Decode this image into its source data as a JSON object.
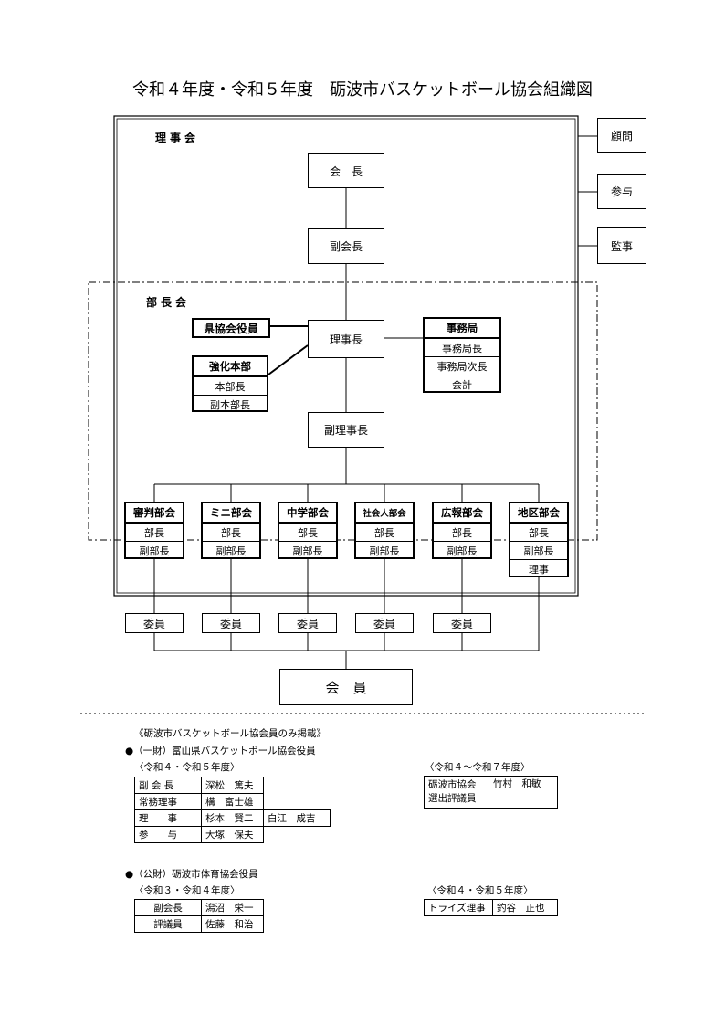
{
  "title": "令和４年度・令和５年度　砺波市バスケットボール協会組織図",
  "org": {
    "board_label": "理事会",
    "dept_heads_label": "部長会",
    "president": "会　長",
    "vice_president": "副会長",
    "advisors": [
      "顧問",
      "参与",
      "監事"
    ],
    "chairman": "理事長",
    "vice_chairman": "副理事長",
    "prefectural_officers": "県協会役員",
    "secretariat": {
      "title": "事務局",
      "rows": [
        "事務局長",
        "事務局次長",
        "会計"
      ]
    },
    "strengthening": {
      "title": "強化本部",
      "rows": [
        "本部長",
        "副本部長"
      ]
    },
    "departments": [
      {
        "title": "審判部会",
        "rows": [
          "部長",
          "副部長"
        ]
      },
      {
        "title": "ミニ部会",
        "rows": [
          "部長",
          "副部長"
        ]
      },
      {
        "title": "中学部会",
        "rows": [
          "部長",
          "副部長"
        ]
      },
      {
        "title": "社会人部会",
        "rows": [
          "部長",
          "副部長"
        ]
      },
      {
        "title": "広報部会",
        "rows": [
          "部長",
          "副部長"
        ]
      },
      {
        "title": "地区部会",
        "rows": [
          "部長",
          "副部長",
          "理事"
        ]
      }
    ],
    "committee_member": "委員",
    "members": "会　員"
  },
  "notes": {
    "header": "《砺波市バスケットボール協会員のみ掲載》",
    "section1": {
      "title": "●（一財）富山県バスケットボール協会役員",
      "period_left": "〈令和４・令和５年度〉",
      "rows": [
        [
          "副 会 長",
          "深松　篤夫",
          ""
        ],
        [
          "常務理事",
          "構　富士雄",
          ""
        ],
        [
          "理　　事",
          "杉本　賢二",
          "白江　成吉"
        ],
        [
          "参　　与",
          "大塚　保夫",
          ""
        ]
      ],
      "period_right": "〈令和４～令和７年度〉",
      "right_role": "砺波市協会\n選出評議員",
      "right_name": "竹村　和敏"
    },
    "section2": {
      "title": "●（公財）砺波市体育協会役員",
      "period_left": "〈令和３・令和４年度〉",
      "rows": [
        [
          "副会長",
          "潟沼　栄一"
        ],
        [
          "評議員",
          "佐藤　和治"
        ]
      ],
      "period_right": "〈令和４・令和５年度〉",
      "right_role": "トライズ理事",
      "right_name": "釣谷　正也"
    }
  }
}
